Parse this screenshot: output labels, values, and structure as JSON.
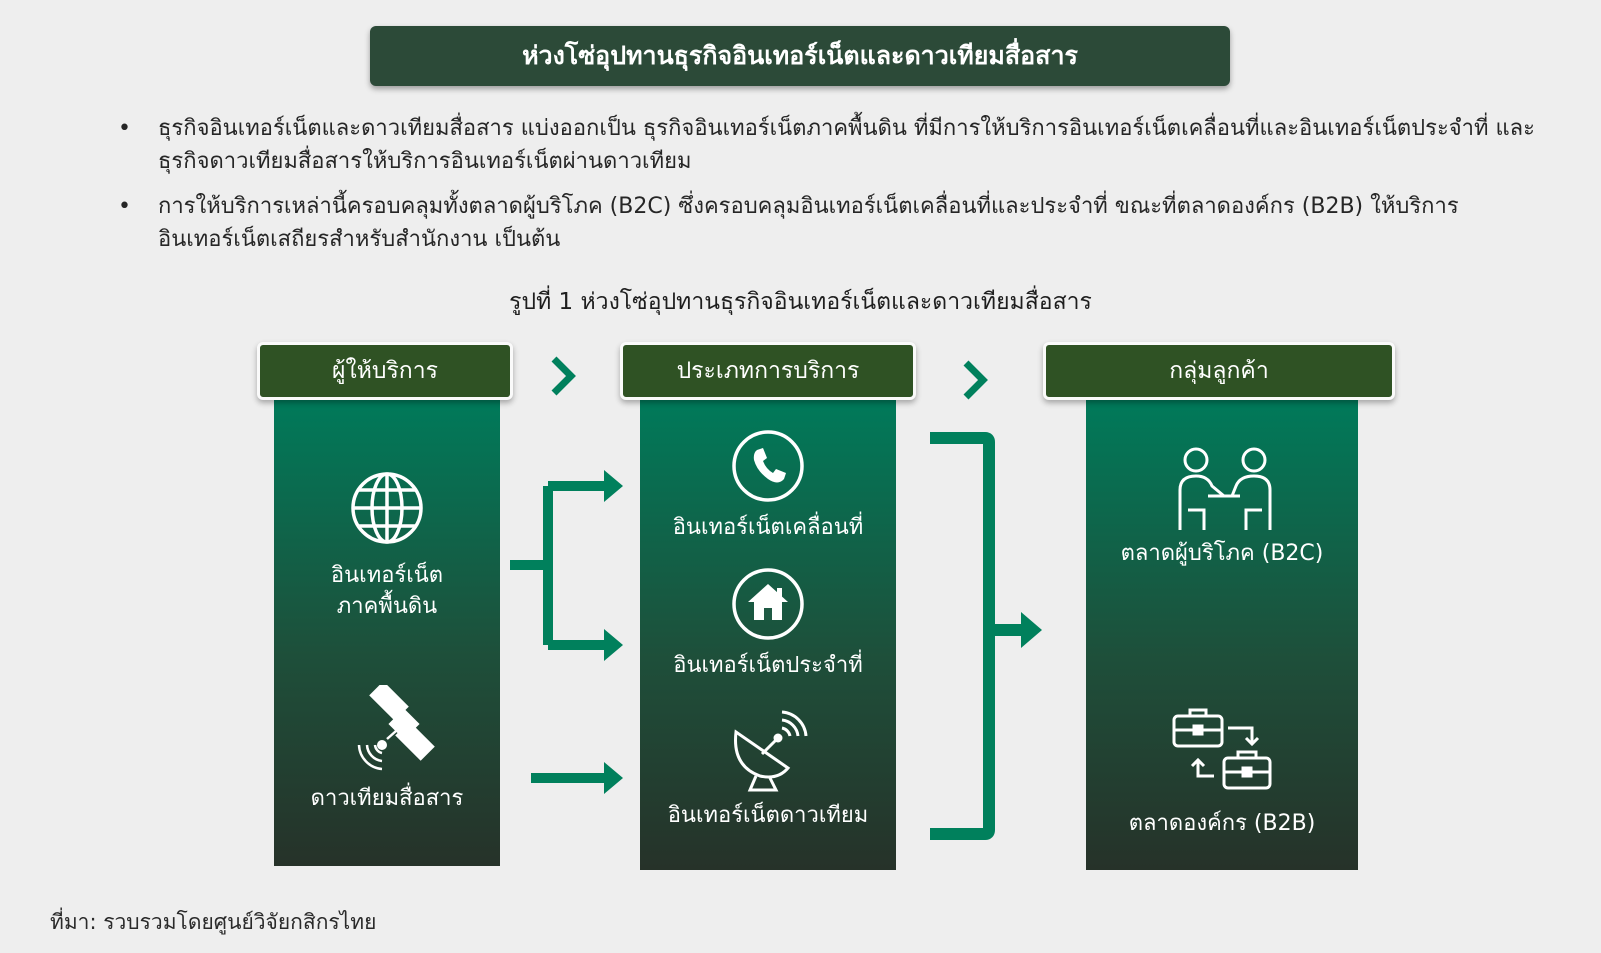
{
  "title": "ห่วงโซ่อุปทานธุรกิจอินเทอร์เน็ตและดาวเทียมสื่อสาร",
  "bullets": [
    "ธุรกิจอินเทอร์เน็ตและดาวเทียมสื่อสาร แบ่งออกเป็น ธุรกิจอินเทอร์เน็ตภาคพื้นดิน ที่มีการให้บริการอินเทอร์เน็ตเคลื่อนที่และอินเทอร์เน็ตประจำที่ และธุรกิจดาวเทียมสื่อสารให้บริการอินเทอร์เน็ตผ่านดาวเทียม",
    "การให้บริการเหล่านี้ครอบคลุมทั้งตลาดผู้บริโภค (B2C) ซึ่งครอบคลุมอินเทอร์เน็ตเคลื่อนที่และประจำที่ ขณะที่ตลาดองค์กร (B2B) ให้บริการอินเทอร์เน็ตเสถียรสำหรับสำนักงาน เป็นต้น"
  ],
  "figure_caption": "รูปที่ 1 ห่วงโซ่อุปทานธุรกิจอินเทอร์เน็ตและดาวเทียมสื่อสาร",
  "columns": {
    "providers": {
      "header": "ผู้ให้บริการ",
      "items": [
        {
          "label": "อินเทอร์เน็ต\nภาคพื้นดิน",
          "icon": "globe-icon"
        },
        {
          "label": "ดาวเทียมสื่อสาร",
          "icon": "satellite-icon"
        }
      ]
    },
    "services": {
      "header": "ประเภทการบริการ",
      "items": [
        {
          "label": "อินเทอร์เน็ตเคลื่อนที่",
          "icon": "phone-icon"
        },
        {
          "label": "อินเทอร์เน็ตประจำที่",
          "icon": "home-icon"
        },
        {
          "label": "อินเทอร์เน็ตดาวเทียม",
          "icon": "satellite-dish-icon"
        }
      ]
    },
    "customers": {
      "header": "กลุ่มลูกค้า",
      "items": [
        {
          "label": "ตลาดผู้บริโภค (B2C)",
          "icon": "people-icon"
        },
        {
          "label": "ตลาดองค์กร (B2B)",
          "icon": "briefcase-exchange-icon"
        }
      ]
    }
  },
  "source": "ที่มา: รวบรวมโดยศูนย์วิจัยกสิกรไทย",
  "colors": {
    "title_bg": "#2c4a38",
    "header_bg": "#2f5224",
    "arrow": "#00805c",
    "column_top": "#007a5a",
    "column_bottom": "#263229"
  }
}
